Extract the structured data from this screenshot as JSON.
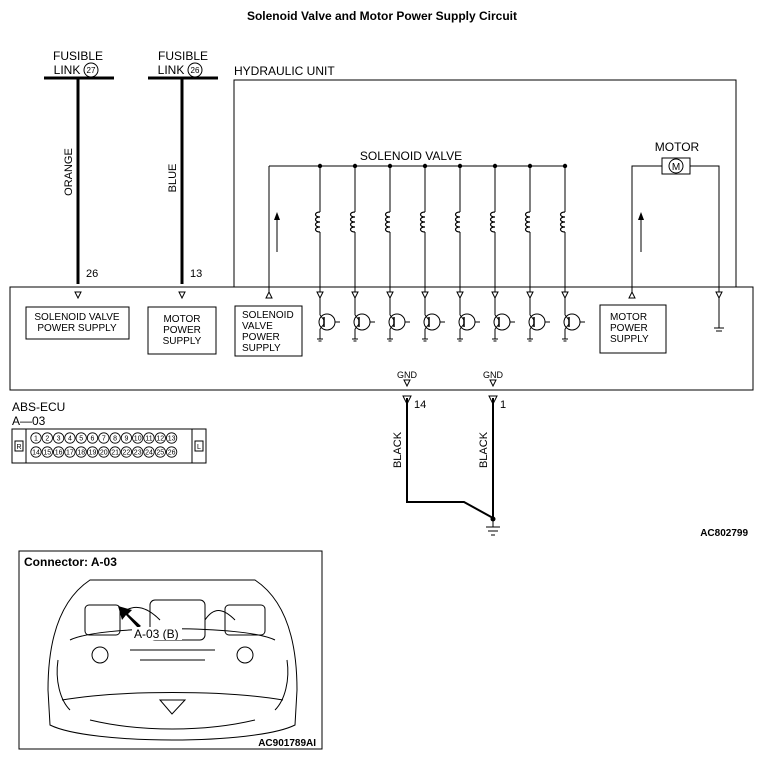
{
  "title": "Solenoid Valve and Motor Power Supply Circuit",
  "fusible_links": [
    {
      "label": "FUSIBLE",
      "sub": "LINK",
      "number": "27",
      "wire_color": "ORANGE",
      "terminal": "26"
    },
    {
      "label": "FUSIBLE",
      "sub": "LINK",
      "number": "26",
      "wire_color": "BLUE",
      "terminal": "13"
    }
  ],
  "hydraulic_unit": {
    "label": "HYDRAULIC UNIT",
    "solenoid_label": "SOLENOID VALVE",
    "motor_label": "MOTOR",
    "motor_symbol": "M",
    "solenoid_count": 8
  },
  "ecu": {
    "label": "ABS-ECU",
    "blocks": [
      {
        "lines": [
          "SOLENOID VALVE",
          "POWER SUPPLY"
        ]
      },
      {
        "lines": [
          "MOTOR",
          "POWER",
          "SUPPLY"
        ]
      },
      {
        "lines": [
          "SOLENOID",
          "VALVE",
          "POWER",
          "SUPPLY"
        ]
      },
      {
        "lines": [
          "MOTOR",
          "POWER",
          "SUPPLY"
        ]
      }
    ],
    "grounds": [
      {
        "label": "GND",
        "terminal": "14",
        "wire_color": "BLACK"
      },
      {
        "label": "GND",
        "terminal": "1",
        "wire_color": "BLACK"
      }
    ]
  },
  "connector": {
    "id": "A—03",
    "left_tag": "R",
    "right_tag": "L",
    "top_row": [
      "1",
      "2",
      "3",
      "4",
      "5",
      "6",
      "7",
      "8",
      "9",
      "10",
      "11",
      "12",
      "13"
    ],
    "bottom_row": [
      "14",
      "15",
      "16",
      "17",
      "18",
      "19",
      "20",
      "21",
      "22",
      "23",
      "24",
      "25",
      "26"
    ]
  },
  "ref_code_diagram": "AC802799",
  "inset": {
    "title": "Connector: A-03",
    "callout": "A-03 (B)",
    "ref_code": "AC901789AI"
  }
}
